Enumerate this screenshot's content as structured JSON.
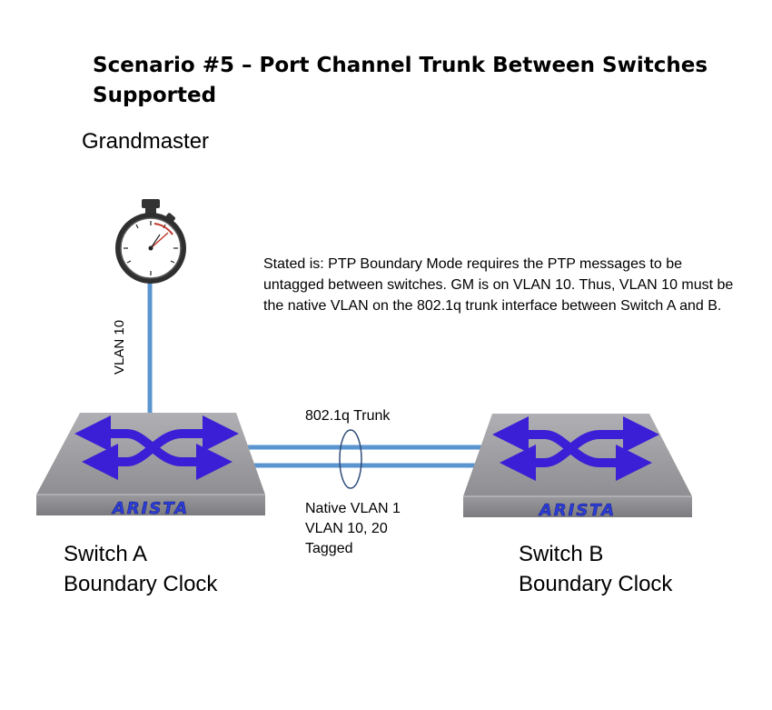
{
  "title": {
    "line1": "Scenario #5 – Port Channel Trunk Between Switches",
    "line2": "Supported"
  },
  "grandmaster_label": "Grandmaster",
  "note": "Stated is: PTP Boundary Mode requires the PTP messages to be untagged between switches.  GM is on VLAN 10.  Thus, VLAN 10 must be the native VLAN on the 802.1q trunk interface between Switch A and B.",
  "uplink_label": "VLAN 10",
  "trunk": {
    "label": "802.1q Trunk",
    "native": "Native VLAN 1",
    "vlans": "VLAN 10, 20",
    "tagged": "Tagged"
  },
  "switch_a": {
    "name": "Switch A",
    "role": "Boundary Clock",
    "brand": "ARISTA"
  },
  "switch_b": {
    "name": "Switch B",
    "role": "Boundary Clock",
    "brand": "ARISTA"
  },
  "colors": {
    "link": "#5b95cf",
    "arrow": "#3a1fd6",
    "switch_top": "#9b9b9f",
    "switch_front": "#8a8a8e",
    "brand": "#2b3fd8"
  },
  "icons": [
    "stopwatch-icon",
    "switch-arrows-icon"
  ]
}
